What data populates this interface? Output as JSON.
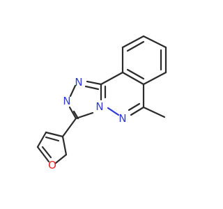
{
  "molecule": {
    "atoms": [
      {
        "id": "N1",
        "label": "N",
        "color": "#2e3bd6"
      },
      {
        "id": "N2",
        "label": "N",
        "color": "#2e3bd6"
      },
      {
        "id": "N3",
        "label": "N",
        "color": "#2e3bd6"
      },
      {
        "id": "N4",
        "label": "N",
        "color": "#2e3bd6"
      },
      {
        "id": "O1",
        "label": "O",
        "color": "#e0261b"
      }
    ],
    "bond_color": "#2b2b2b"
  }
}
